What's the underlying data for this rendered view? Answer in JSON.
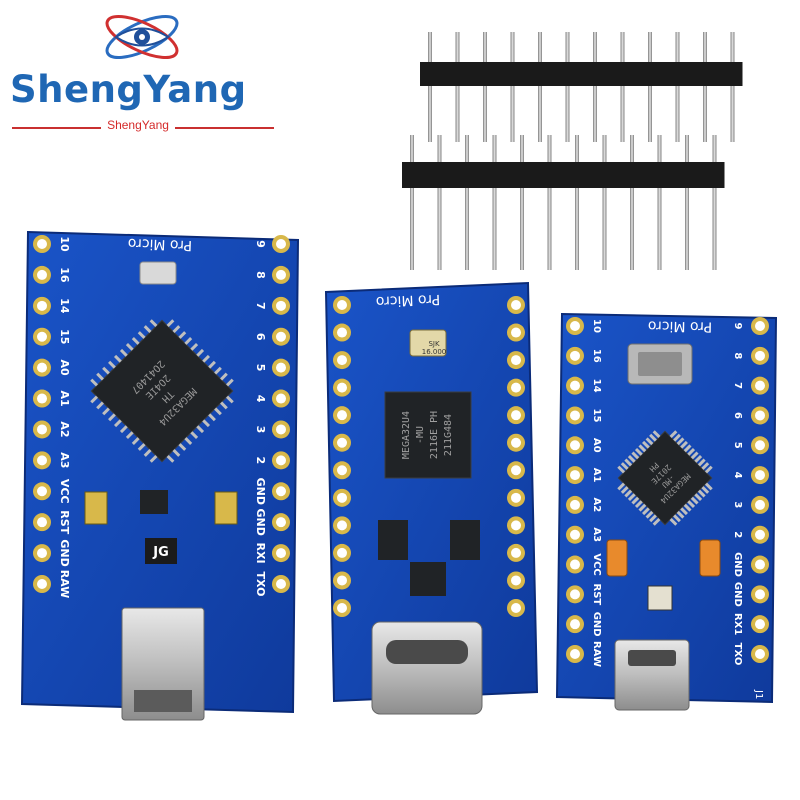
{
  "logo": {
    "brand": "ShengYang",
    "subtitle": "ShengYang"
  },
  "boards": [
    {
      "name": "Pro Micro",
      "connector": "mini-usb",
      "left_pins": [
        "10",
        "16",
        "14",
        "15",
        "A0",
        "A1",
        "A2",
        "A3",
        "VCC",
        "RST",
        "GND",
        "RAW"
      ],
      "right_pins": [
        "9",
        "8",
        "7",
        "6",
        "5",
        "4",
        "3",
        "2",
        "GND",
        "GND",
        "RXI",
        "TXO"
      ],
      "chip_text": [
        "MEGA32U4",
        "TH",
        "2O4IE",
        "2O41407"
      ],
      "badge": "JG"
    },
    {
      "name": "Pro Micro",
      "connector": "usb-c",
      "chip_text": [
        "MEGA32U4",
        "-MU",
        "2116E   PH",
        "211G484"
      ],
      "crystal_text": [
        "SJK",
        "16.000"
      ]
    },
    {
      "name": "Pro Micro",
      "connector": "micro-usb",
      "left_pins": [
        "10",
        "16",
        "14",
        "15",
        "A0",
        "A1",
        "A2",
        "A3",
        "VCC",
        "RST",
        "GND",
        "RAW"
      ],
      "right_pins": [
        "9",
        "8",
        "7",
        "6",
        "5",
        "4",
        "3",
        "2",
        "GND",
        "GND",
        "RX1",
        "TXO"
      ],
      "chip_text": [
        "MEGA32U4",
        "-MU",
        "2017E",
        "PH"
      ],
      "corner_label": "J1"
    }
  ],
  "colors": {
    "brand_blue": "#1f67b4",
    "accent_red": "#d42a2a",
    "pcb_blue": "#1546b5",
    "pcb_dark": "#0f3690",
    "gold": "#d8b84a",
    "header_black": "#1a1a1a"
  }
}
